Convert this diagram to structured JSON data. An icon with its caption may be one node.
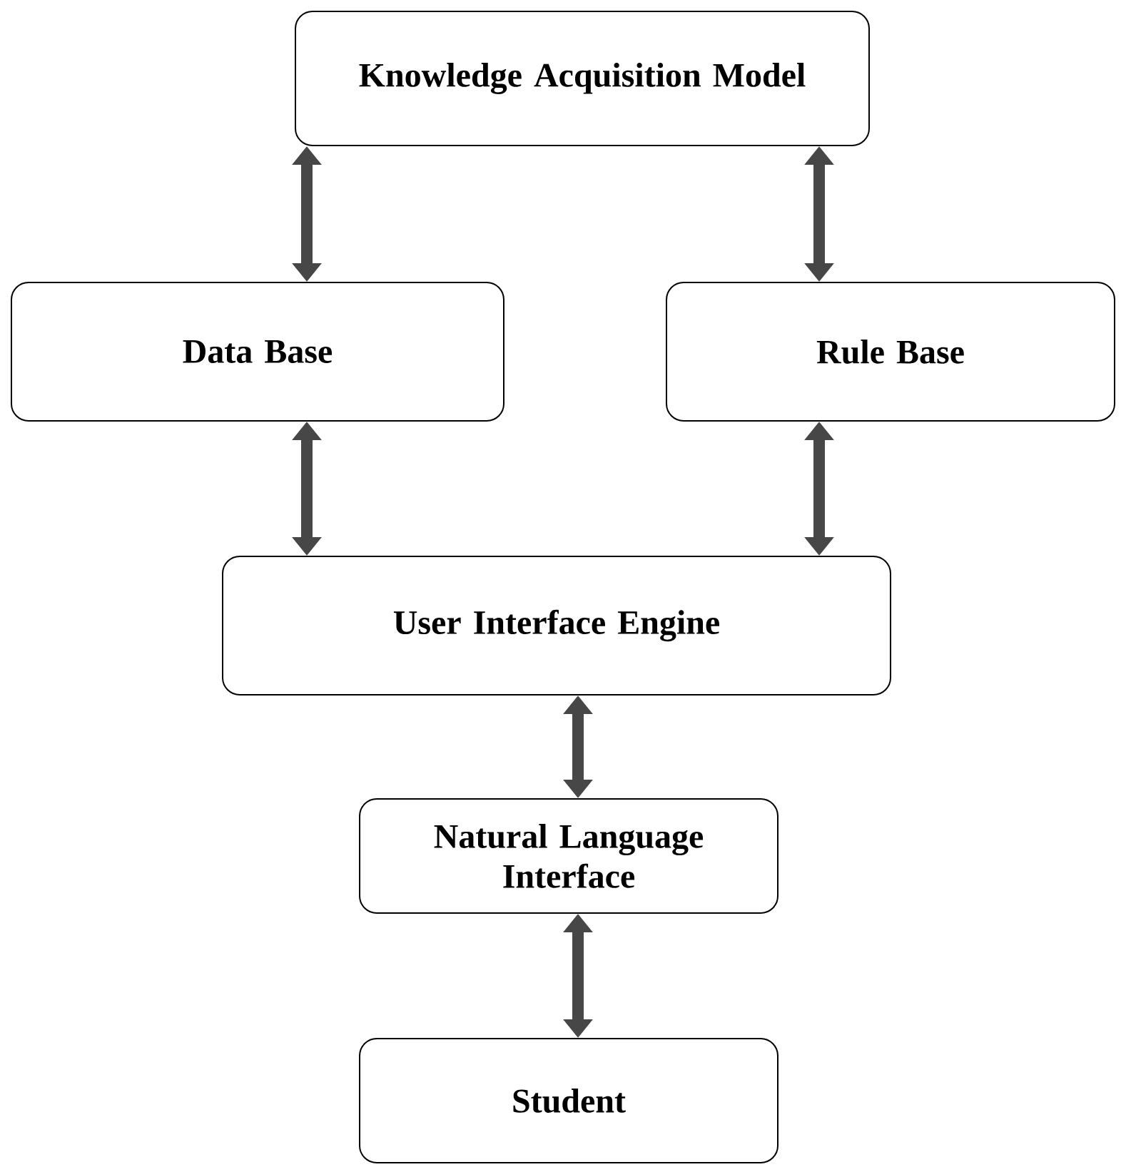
{
  "diagram": {
    "nodes": [
      {
        "text": [
          "Knowledge Acquisition Model"
        ]
      },
      {
        "text": [
          "Data Base"
        ]
      },
      {
        "text": [
          "Rule Base"
        ]
      },
      {
        "text": [
          "User Interface Engine"
        ]
      },
      {
        "text": [
          "Natural Language Interface"
        ]
      },
      {
        "text": [
          "Student"
        ]
      }
    ],
    "edges": [
      {
        "from": 0,
        "to": 1,
        "arrow": "both"
      },
      {
        "from": 0,
        "to": 2,
        "arrow": "both"
      },
      {
        "from": 1,
        "to": 3,
        "arrow": "both"
      },
      {
        "from": 2,
        "to": 3,
        "arrow": "both"
      },
      {
        "from": 3,
        "to": 4,
        "arrow": "both"
      },
      {
        "from": 4,
        "to": 5,
        "arrow": "both"
      }
    ]
  }
}
